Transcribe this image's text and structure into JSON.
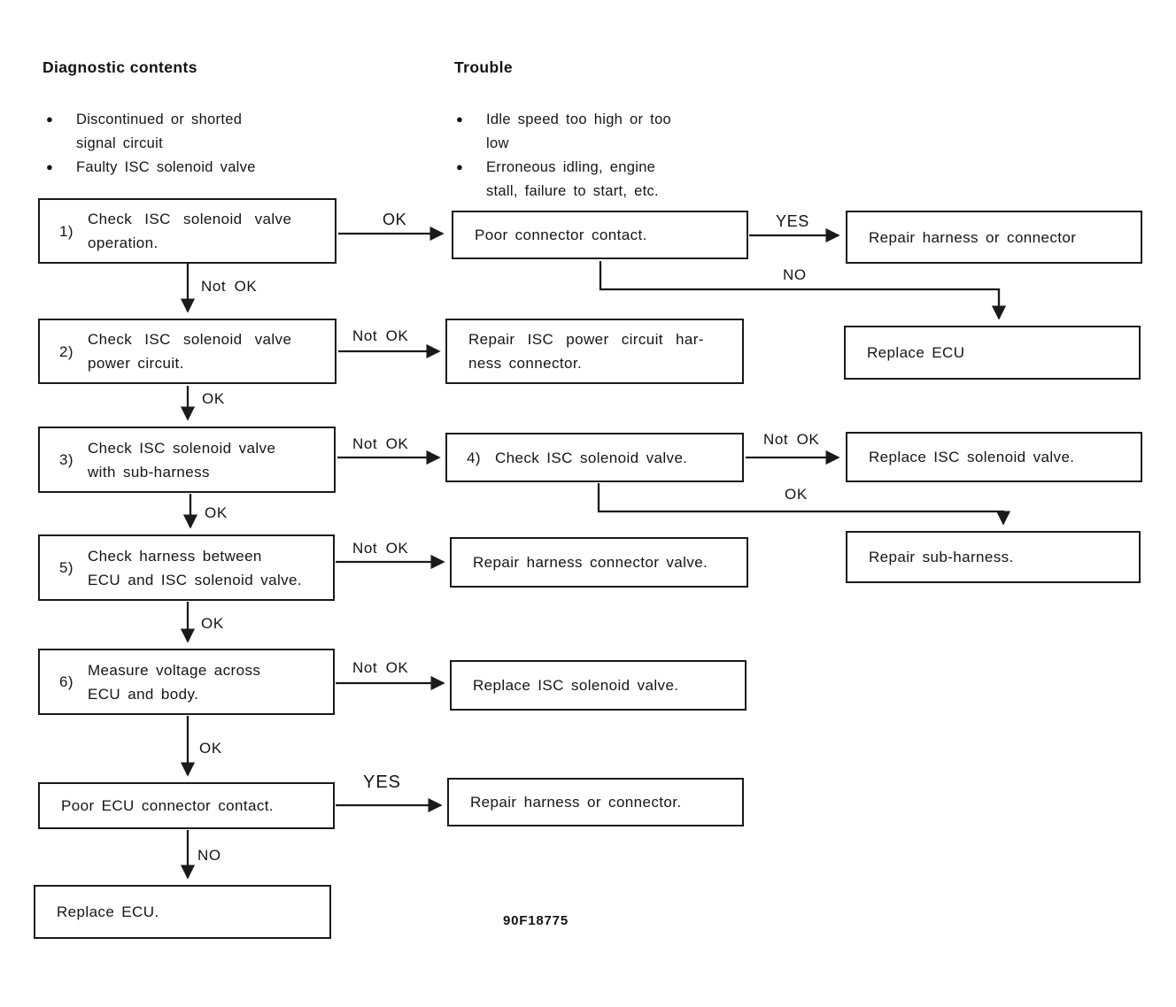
{
  "figure_code": "90F18775",
  "icons": {
    "bullet": "●"
  },
  "sections": {
    "diagnostic": {
      "title": "Diagnostic contents",
      "items": [
        {
          "line1": "Discontinued or shorted",
          "line2": "signal circuit"
        },
        {
          "line1": "Faulty ISC solenoid valve"
        }
      ]
    },
    "trouble": {
      "title": "Trouble",
      "items": [
        {
          "line1": "Idle speed too high or too",
          "line2": "low"
        },
        {
          "line1": "Erroneous idling, engine",
          "line2": "stall, failure to start, etc."
        }
      ]
    }
  },
  "boxes": {
    "step1": {
      "num": "1)",
      "lines": [
        "Check ISC solenoid valve",
        "operation."
      ]
    },
    "step2": {
      "num": "2)",
      "lines": [
        "Check ISC solenoid valve",
        "power circuit."
      ]
    },
    "step3": {
      "num": "3)",
      "lines": [
        "Check ISC solenoid valve",
        "with sub-harness"
      ]
    },
    "step4": {
      "num": "4)",
      "lines": [
        "Check ISC solenoid valve."
      ]
    },
    "step5": {
      "num": "5)",
      "lines": [
        "Check harness between",
        "ECU and ISC solenoid valve."
      ]
    },
    "step6": {
      "num": "6)",
      "lines": [
        "Measure voltage across",
        "ECU and body."
      ]
    },
    "poor_connector": {
      "lines": [
        "Poor connector contact."
      ]
    },
    "repair_power_circuit": {
      "lines": [
        "Repair ISC power circuit har-",
        "ness connector."
      ]
    },
    "repair_harness_valve": {
      "lines": [
        "Repair harness connector valve."
      ]
    },
    "replace_isc_mid": {
      "lines": [
        "Replace ISC solenoid valve."
      ]
    },
    "repair_harness_conn_mid": {
      "lines": [
        "Repair harness or connector."
      ]
    },
    "poor_ecu": {
      "lines": [
        "Poor ECU connector contact."
      ]
    },
    "replace_ecu_bottom": {
      "lines": [
        "Replace ECU."
      ]
    },
    "repair_harness_conn_top": {
      "lines": [
        "Repair harness or connector"
      ]
    },
    "replace_ecu_right": {
      "lines": [
        "Replace ECU"
      ]
    },
    "replace_isc_right": {
      "lines": [
        "Replace ISC solenoid valve."
      ]
    },
    "repair_sub_harness": {
      "lines": [
        "Repair sub-harness."
      ]
    }
  },
  "edge_labels": {
    "step1_ok": "OK",
    "step1_not_ok": "Not OK",
    "poor_connector_yes": "YES",
    "poor_connector_no": "NO",
    "step2_not_ok": "Not OK",
    "step2_ok": "OK",
    "step3_not_ok": "Not OK",
    "step3_ok": "OK",
    "step4_not_ok": "Not OK",
    "step4_ok": "OK",
    "step5_not_ok": "Not OK",
    "step5_ok": "OK",
    "step6_not_ok": "Not OK",
    "step6_ok": "OK",
    "poor_ecu_yes": "YES",
    "poor_ecu_no": "NO"
  }
}
